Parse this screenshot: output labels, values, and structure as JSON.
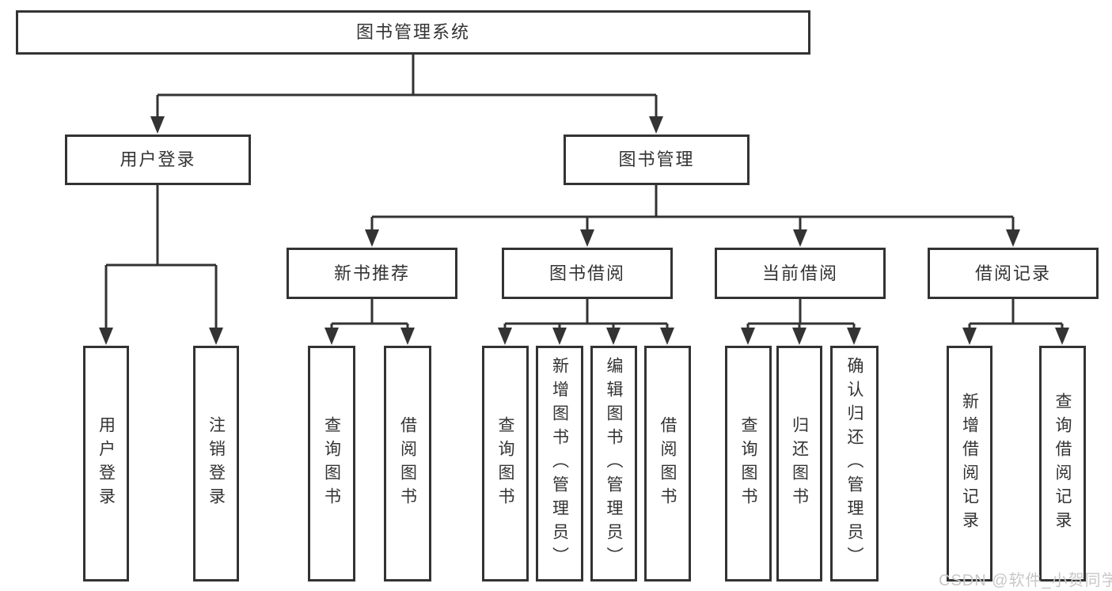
{
  "colors": {
    "line": "#333333",
    "text": "#333333",
    "background": "#ffffff",
    "watermark": "#c8c8c8"
  },
  "watermark": "CSDN @软件_小贺同学",
  "tree": {
    "label": "图书管理系统",
    "children": [
      {
        "label": "用户登录",
        "children": [
          {
            "label": "用户登录"
          },
          {
            "label": "注销登录"
          }
        ]
      },
      {
        "label": "图书管理",
        "children": [
          {
            "label": "新书推荐",
            "children": [
              {
                "label": "查询图书"
              },
              {
                "label": "借阅图书"
              }
            ]
          },
          {
            "label": "图书借阅",
            "children": [
              {
                "label": "查询图书"
              },
              {
                "label": "新增图书（管理员）"
              },
              {
                "label": "编辑图书（管理员）"
              },
              {
                "label": "借阅图书"
              }
            ]
          },
          {
            "label": "当前借阅",
            "children": [
              {
                "label": "查询图书"
              },
              {
                "label": "归还图书"
              },
              {
                "label": "确认归还（管理员）"
              }
            ]
          },
          {
            "label": "借阅记录",
            "children": [
              {
                "label": "新增借阅记录"
              },
              {
                "label": "查询借阅记录"
              }
            ]
          }
        ]
      }
    ]
  }
}
